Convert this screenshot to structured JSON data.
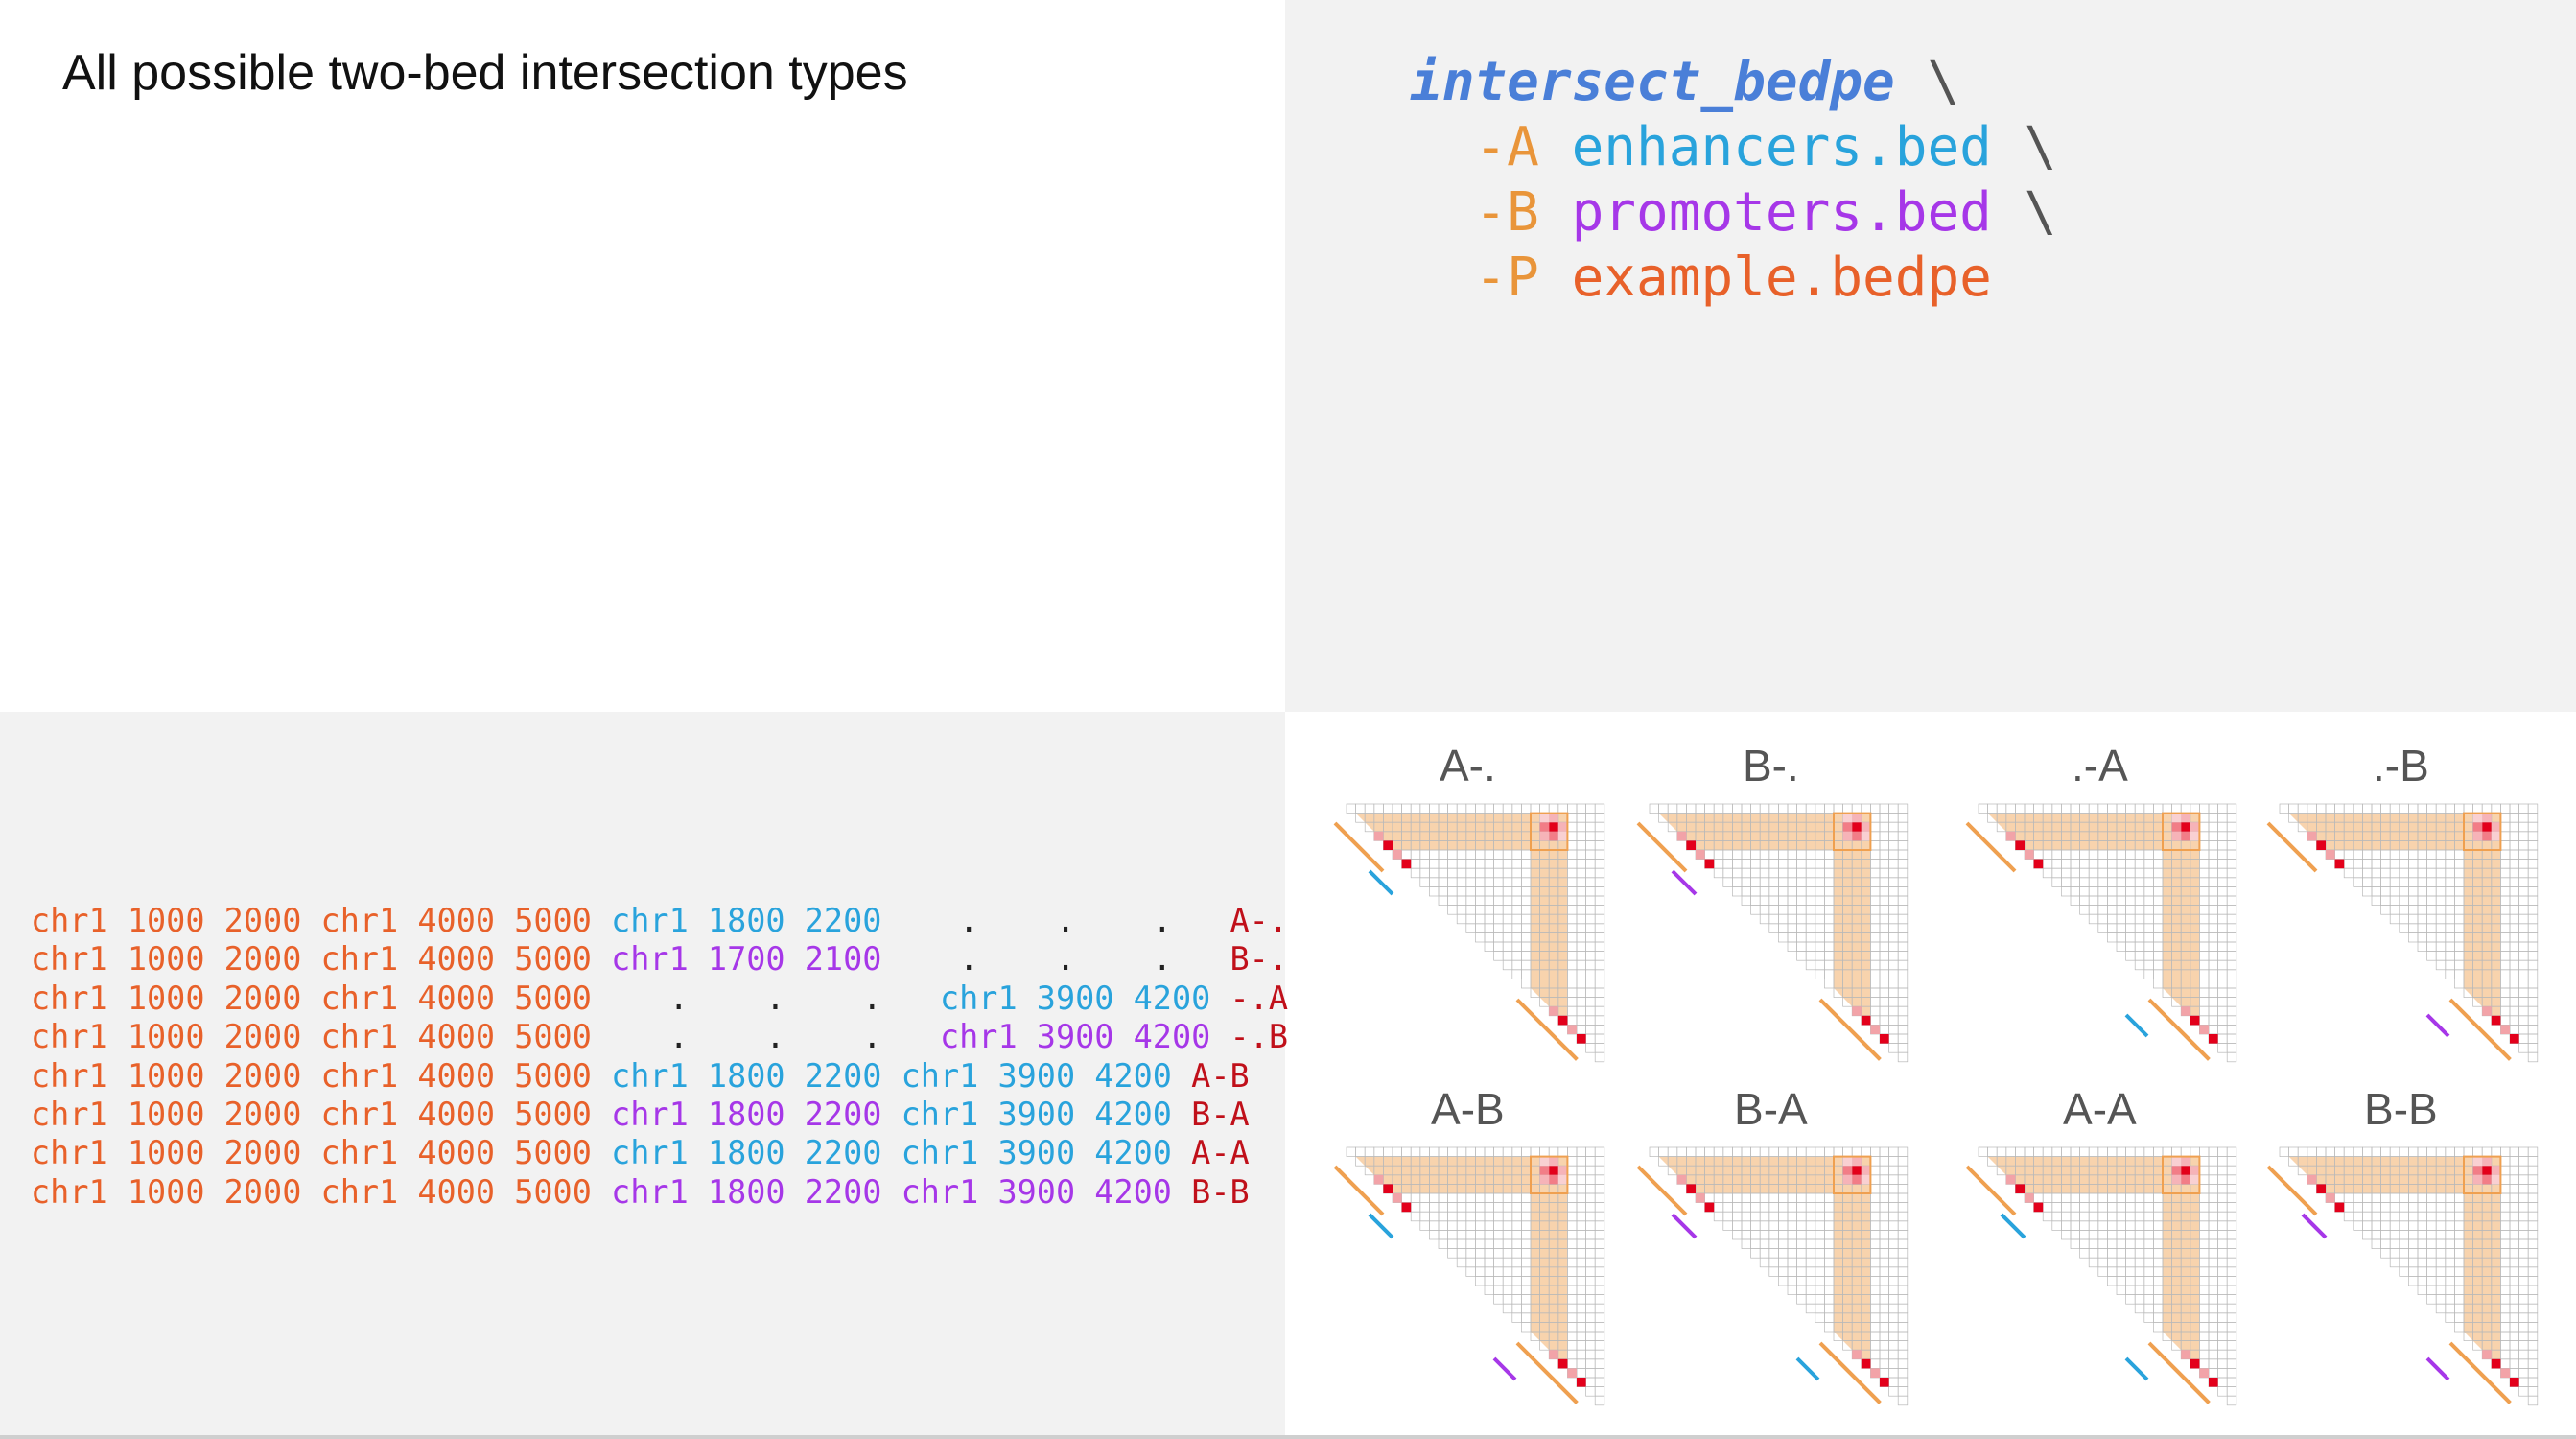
{
  "title": "All possible two-bed intersection types",
  "command": {
    "name": "intersect_bedpe",
    "backslash": "\\",
    "args": [
      {
        "flag": "-A",
        "value": "enhancers.bed",
        "backslash": "\\",
        "kind": "a"
      },
      {
        "flag": "-B",
        "value": "promoters.bed",
        "backslash": "\\",
        "kind": "b"
      },
      {
        "flag": "-P",
        "value": "example.bedpe",
        "backslash": "",
        "kind": "p"
      }
    ]
  },
  "colors": {
    "bedpe": "#e8612a",
    "enhancer_a": "#29a3dc",
    "promoter_b": "#a637e8",
    "type_label": "#c0101a",
    "command": "#4a7fd8",
    "flag": "#e9953a",
    "highlight_band": "#f8d3ad",
    "highlight_border": "#efa050",
    "hic_red": "#e3001b",
    "hic_pink": "#f2a3a8"
  },
  "table": {
    "rows": [
      {
        "cells": [
          {
            "t": "chr1 1000 2000 chr1 4000 5000 ",
            "c": "bedpe"
          },
          {
            "t": "chr1 1800 2200",
            "c": "enhancer_a"
          },
          {
            "t": "    .    .    .   ",
            "c": "dot"
          },
          {
            "t": "A-.",
            "c": "type_label"
          }
        ]
      },
      {
        "cells": [
          {
            "t": "chr1 1000 2000 chr1 4000 5000 ",
            "c": "bedpe"
          },
          {
            "t": "chr1 1700 2100",
            "c": "promoter_b"
          },
          {
            "t": "    .    .    .   ",
            "c": "dot"
          },
          {
            "t": "B-.",
            "c": "type_label"
          }
        ]
      },
      {
        "cells": [
          {
            "t": "chr1 1000 2000 chr1 4000 5000 ",
            "c": "bedpe"
          },
          {
            "t": "   .    .    .   ",
            "c": "dot"
          },
          {
            "t": "chr1 3900 4200",
            "c": "enhancer_a"
          },
          {
            "t": " ",
            "c": "dot"
          },
          {
            "t": "-.A",
            "c": "type_label"
          }
        ]
      },
      {
        "cells": [
          {
            "t": "chr1 1000 2000 chr1 4000 5000 ",
            "c": "bedpe"
          },
          {
            "t": "   .    .    .   ",
            "c": "dot"
          },
          {
            "t": "chr1 3900 4200",
            "c": "promoter_b"
          },
          {
            "t": " ",
            "c": "dot"
          },
          {
            "t": "-.B",
            "c": "type_label"
          }
        ]
      },
      {
        "cells": [
          {
            "t": "chr1 1000 2000 chr1 4000 5000 ",
            "c": "bedpe"
          },
          {
            "t": "chr1 1800 2200",
            "c": "enhancer_a"
          },
          {
            "t": " ",
            "c": "dot"
          },
          {
            "t": "chr1 3900 4200",
            "c": "enhancer_a"
          },
          {
            "t": " ",
            "c": "dot"
          },
          {
            "t": "A-B",
            "c": "type_label"
          }
        ]
      },
      {
        "cells": [
          {
            "t": "chr1 1000 2000 chr1 4000 5000 ",
            "c": "bedpe"
          },
          {
            "t": "chr1 1800 2200",
            "c": "promoter_b"
          },
          {
            "t": " ",
            "c": "dot"
          },
          {
            "t": "chr1 3900 4200",
            "c": "enhancer_a"
          },
          {
            "t": " ",
            "c": "dot"
          },
          {
            "t": "B-A",
            "c": "type_label"
          }
        ]
      },
      {
        "cells": [
          {
            "t": "chr1 1000 2000 chr1 4000 5000 ",
            "c": "bedpe"
          },
          {
            "t": "chr1 1800 2200",
            "c": "enhancer_a"
          },
          {
            "t": " ",
            "c": "dot"
          },
          {
            "t": "chr1 3900 4200",
            "c": "enhancer_a"
          },
          {
            "t": " ",
            "c": "dot"
          },
          {
            "t": "A-A",
            "c": "type_label"
          }
        ]
      },
      {
        "cells": [
          {
            "t": "chr1 1000 2000 chr1 4000 5000 ",
            "c": "bedpe"
          },
          {
            "t": "chr1 1800 2200",
            "c": "promoter_b"
          },
          {
            "t": " ",
            "c": "dot"
          },
          {
            "t": "chr1 3900 4200",
            "c": "promoter_b"
          },
          {
            "t": " ",
            "c": "dot"
          },
          {
            "t": "B-B",
            "c": "type_label"
          }
        ]
      }
    ]
  },
  "diagrams": [
    {
      "label": "A-.",
      "anchor1": "A",
      "anchor2": ""
    },
    {
      "label": "B-.",
      "anchor1": "B",
      "anchor2": ""
    },
    {
      "label": ".-A",
      "anchor1": "",
      "anchor2": "A"
    },
    {
      "label": ".-B",
      "anchor1": "",
      "anchor2": "B"
    },
    {
      "label": "A-B",
      "anchor1": "A",
      "anchor2": "B"
    },
    {
      "label": "B-A",
      "anchor1": "B",
      "anchor2": "A"
    },
    {
      "label": "A-A",
      "anchor1": "A",
      "anchor2": "A"
    },
    {
      "label": "B-B",
      "anchor1": "B",
      "anchor2": "B"
    }
  ]
}
